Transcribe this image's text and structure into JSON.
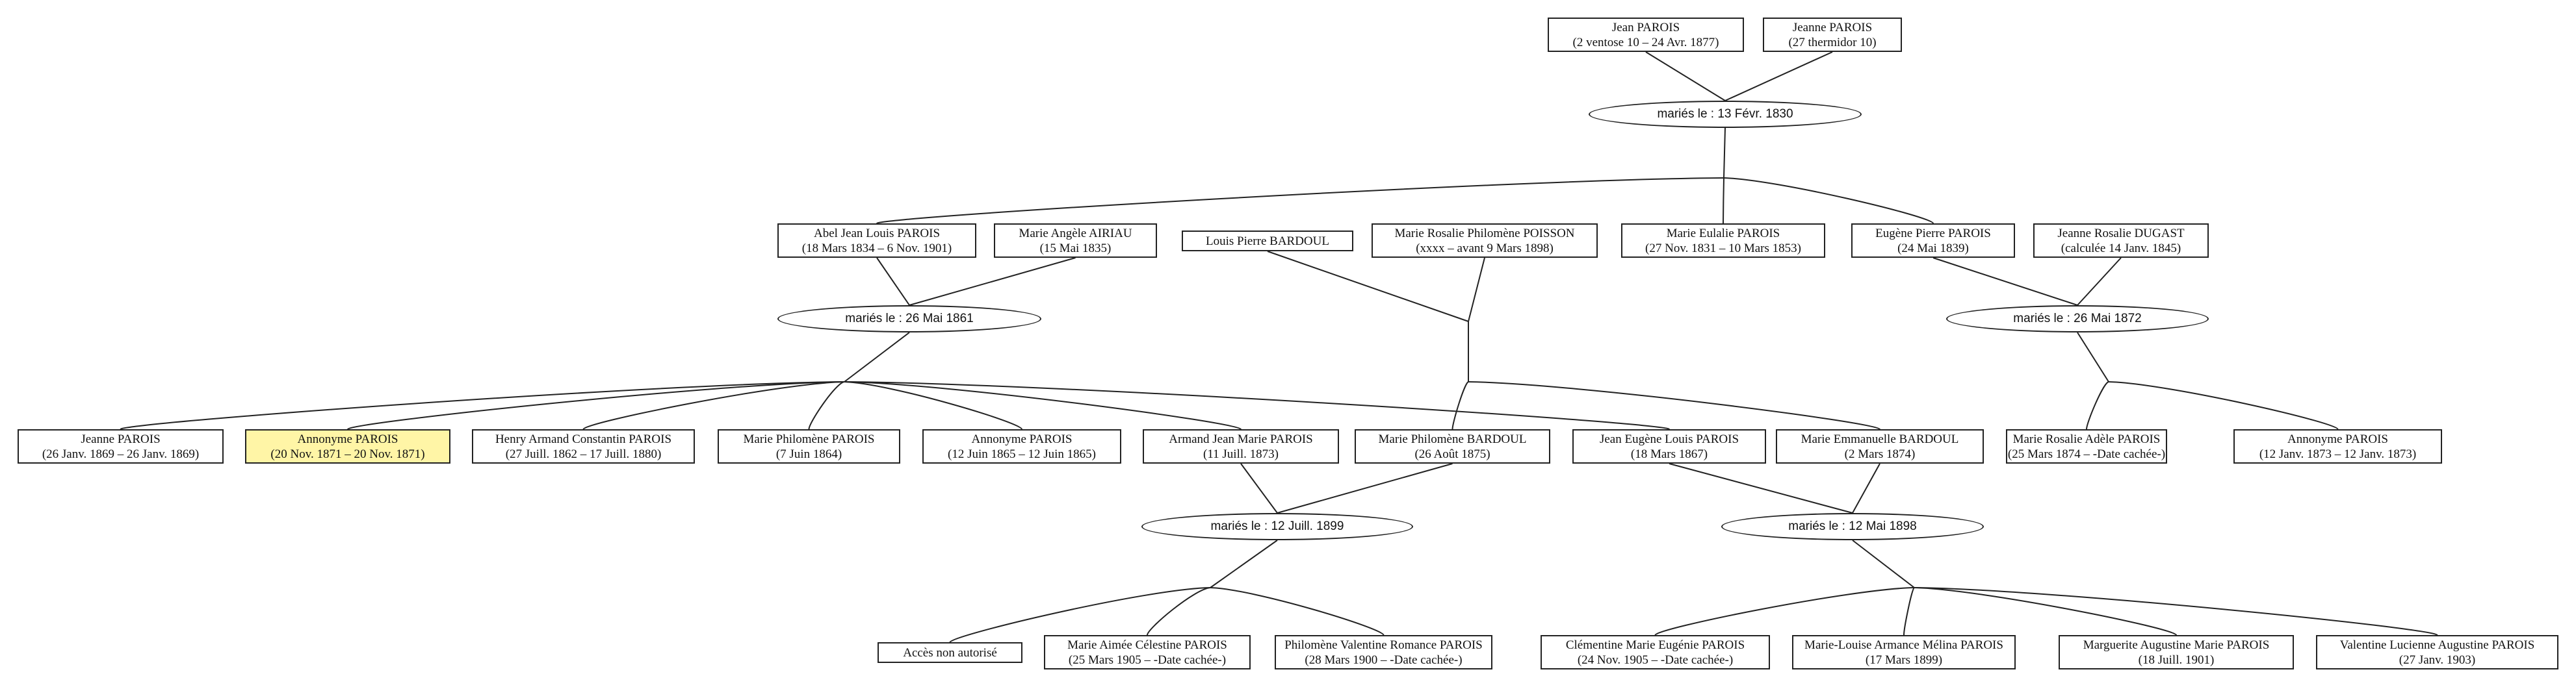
{
  "colors": {
    "line": "#222222",
    "box_border": "#222222",
    "highlight": "#fff5a6"
  },
  "people": [
    {
      "id": "p_jean_parois",
      "name": "Jean PAROIS",
      "dates": "(2 ventose 10 – 24 Avr. 1877)"
    },
    {
      "id": "p_jeanne_parois_sr",
      "name": "Jeanne PAROIS",
      "dates": "(27 thermidor 10)"
    },
    {
      "id": "p_abel",
      "name": "Abel Jean Louis PAROIS",
      "dates": "(18 Mars 1834 – 6 Nov. 1901)"
    },
    {
      "id": "p_marie_angele",
      "name": "Marie Angèle AIRIAU",
      "dates": "(15 Mai 1835)"
    },
    {
      "id": "p_louis_pierre",
      "name": "Louis Pierre BARDOUL",
      "dates": ""
    },
    {
      "id": "p_marie_rosalie_p",
      "name": "Marie Rosalie Philomène POISSON",
      "dates": "(xxxx – avant 9 Mars 1898)"
    },
    {
      "id": "p_marie_eulalie",
      "name": "Marie Eulalie PAROIS",
      "dates": "(27 Nov. 1831 – 10 Mars 1853)"
    },
    {
      "id": "p_eugene",
      "name": "Eugène Pierre PAROIS",
      "dates": "(24 Mai 1839)"
    },
    {
      "id": "p_jeanne_rosalie",
      "name": "Jeanne Rosalie DUGAST",
      "dates": "(calculée 14 Janv. 1845)"
    },
    {
      "id": "p_jeanne_1869",
      "name": "Jeanne PAROIS",
      "dates": "(26 Janv. 1869 – 26 Janv. 1869)"
    },
    {
      "id": "p_anonyme_1871",
      "name": "Annonyme PAROIS",
      "dates": "(20 Nov. 1871 – 20 Nov. 1871)",
      "highlight": true
    },
    {
      "id": "p_henry",
      "name": "Henry Armand Constantin PAROIS",
      "dates": "(27 Juill. 1862 – 17 Juill. 1880)"
    },
    {
      "id": "p_marie_philomene_p",
      "name": "Marie Philomène PAROIS",
      "dates": "(7 Juin 1864)"
    },
    {
      "id": "p_anonyme_1865",
      "name": "Annonyme PAROIS",
      "dates": "(12 Juin 1865 – 12 Juin 1865)"
    },
    {
      "id": "p_armand",
      "name": "Armand Jean Marie PAROIS",
      "dates": "(11 Juill. 1873)"
    },
    {
      "id": "p_marie_philomene_b",
      "name": "Marie Philomène BARDOUL",
      "dates": "(26 Août 1875)"
    },
    {
      "id": "p_jean_eugene",
      "name": "Jean Eugène Louis PAROIS",
      "dates": "(18 Mars 1867)"
    },
    {
      "id": "p_marie_emmanuelle",
      "name": "Marie Emmanuelle BARDOUL",
      "dates": "(2 Mars 1874)"
    },
    {
      "id": "p_marie_rosalie_adele",
      "name": "Marie Rosalie Adèle PAROIS",
      "dates": "(25 Mars 1874 – -Date cachée-)"
    },
    {
      "id": "p_anonyme_1873",
      "name": "Annonyme PAROIS",
      "dates": "(12 Janv. 1873 – 12 Janv. 1873)"
    },
    {
      "id": "p_acces",
      "name": "Accès non autorisé",
      "dates": ""
    },
    {
      "id": "p_marie_aimee",
      "name": "Marie Aimée Célestine PAROIS",
      "dates": "(25 Mars 1905 – -Date cachée-)"
    },
    {
      "id": "p_philomene_valentine",
      "name": "Philomène Valentine Romance PAROIS",
      "dates": "(28 Mars 1900 – -Date cachée-)"
    },
    {
      "id": "p_clementine",
      "name": "Clémentine Marie Eugénie PAROIS",
      "dates": "(24 Nov. 1905 – -Date cachée-)"
    },
    {
      "id": "p_marie_louise",
      "name": "Marie-Louise Armance Mélina PAROIS",
      "dates": "(17 Mars 1899)"
    },
    {
      "id": "p_marguerite",
      "name": "Marguerite Augustine Marie PAROIS",
      "dates": "(18 Juill. 1901)"
    },
    {
      "id": "p_valentine",
      "name": "Valentine Lucienne Augustine PAROIS",
      "dates": "(27 Janv. 1903)"
    }
  ],
  "marriages": [
    {
      "id": "m_1830",
      "label": "mariés le : 13 Févr. 1830",
      "spouses": [
        "p_jean_parois",
        "p_jeanne_parois_sr"
      ],
      "children": [
        "p_abel",
        "p_marie_eulalie",
        "p_eugene"
      ]
    },
    {
      "id": "m_1861",
      "label": "mariés le : 26 Mai 1861",
      "spouses": [
        "p_abel",
        "p_marie_angele"
      ],
      "children": [
        "p_jeanne_1869",
        "p_anonyme_1871",
        "p_henry",
        "p_marie_philomene_p",
        "p_anonyme_1865",
        "p_armand",
        "p_jean_eugene"
      ]
    },
    {
      "id": "m_bardoul",
      "label": "",
      "spouses": [
        "p_louis_pierre",
        "p_marie_rosalie_p"
      ],
      "children": [
        "p_marie_philomene_b",
        "p_marie_emmanuelle"
      ]
    },
    {
      "id": "m_1872",
      "label": "mariés le : 26 Mai 1872",
      "spouses": [
        "p_eugene",
        "p_jeanne_rosalie"
      ],
      "children": [
        "p_marie_rosalie_adele",
        "p_anonyme_1873"
      ]
    },
    {
      "id": "m_1899",
      "label": "mariés le : 12 Juill. 1899",
      "spouses": [
        "p_armand",
        "p_marie_philomene_b"
      ],
      "children": [
        "p_acces",
        "p_marie_aimee",
        "p_philomene_valentine"
      ]
    },
    {
      "id": "m_1898",
      "label": "mariés le : 12 Mai 1898",
      "spouses": [
        "p_jean_eugene",
        "p_marie_emmanuelle"
      ],
      "children": [
        "p_clementine",
        "p_marie_louise",
        "p_marguerite",
        "p_valentine"
      ]
    }
  ]
}
